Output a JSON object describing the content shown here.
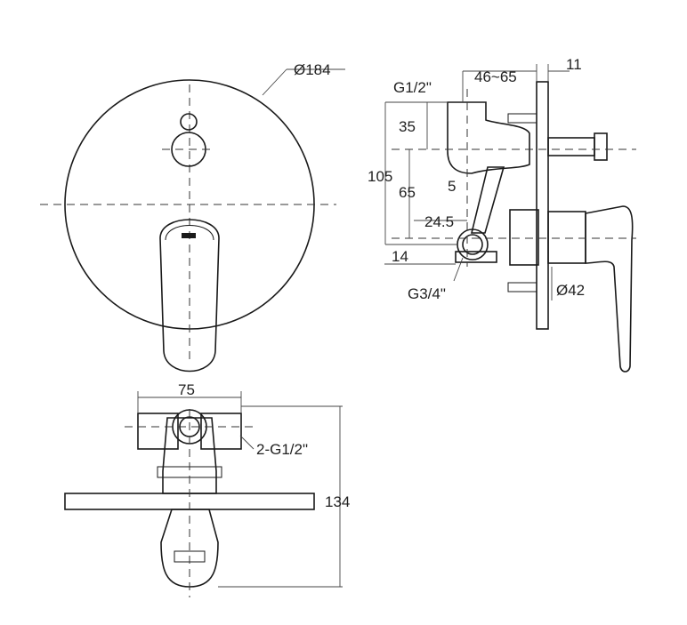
{
  "front_view": {
    "diameter_label": "Ø184"
  },
  "side_view": {
    "inlet_thread_label": "G1/2\"",
    "depth_range_label": "46~65",
    "plate_thickness_label": "11",
    "dim_35": "35",
    "dim_105": "105",
    "dim_65": "65",
    "dim_5": "5",
    "dim_24_5": "24.5",
    "dim_14": "14",
    "outlet_thread_label": "G3/4\"",
    "handle_diameter_label": "Ø42"
  },
  "top_view": {
    "width_label": "75",
    "inlet_thread_label": "2-G1/2\"",
    "height_label": "134"
  }
}
